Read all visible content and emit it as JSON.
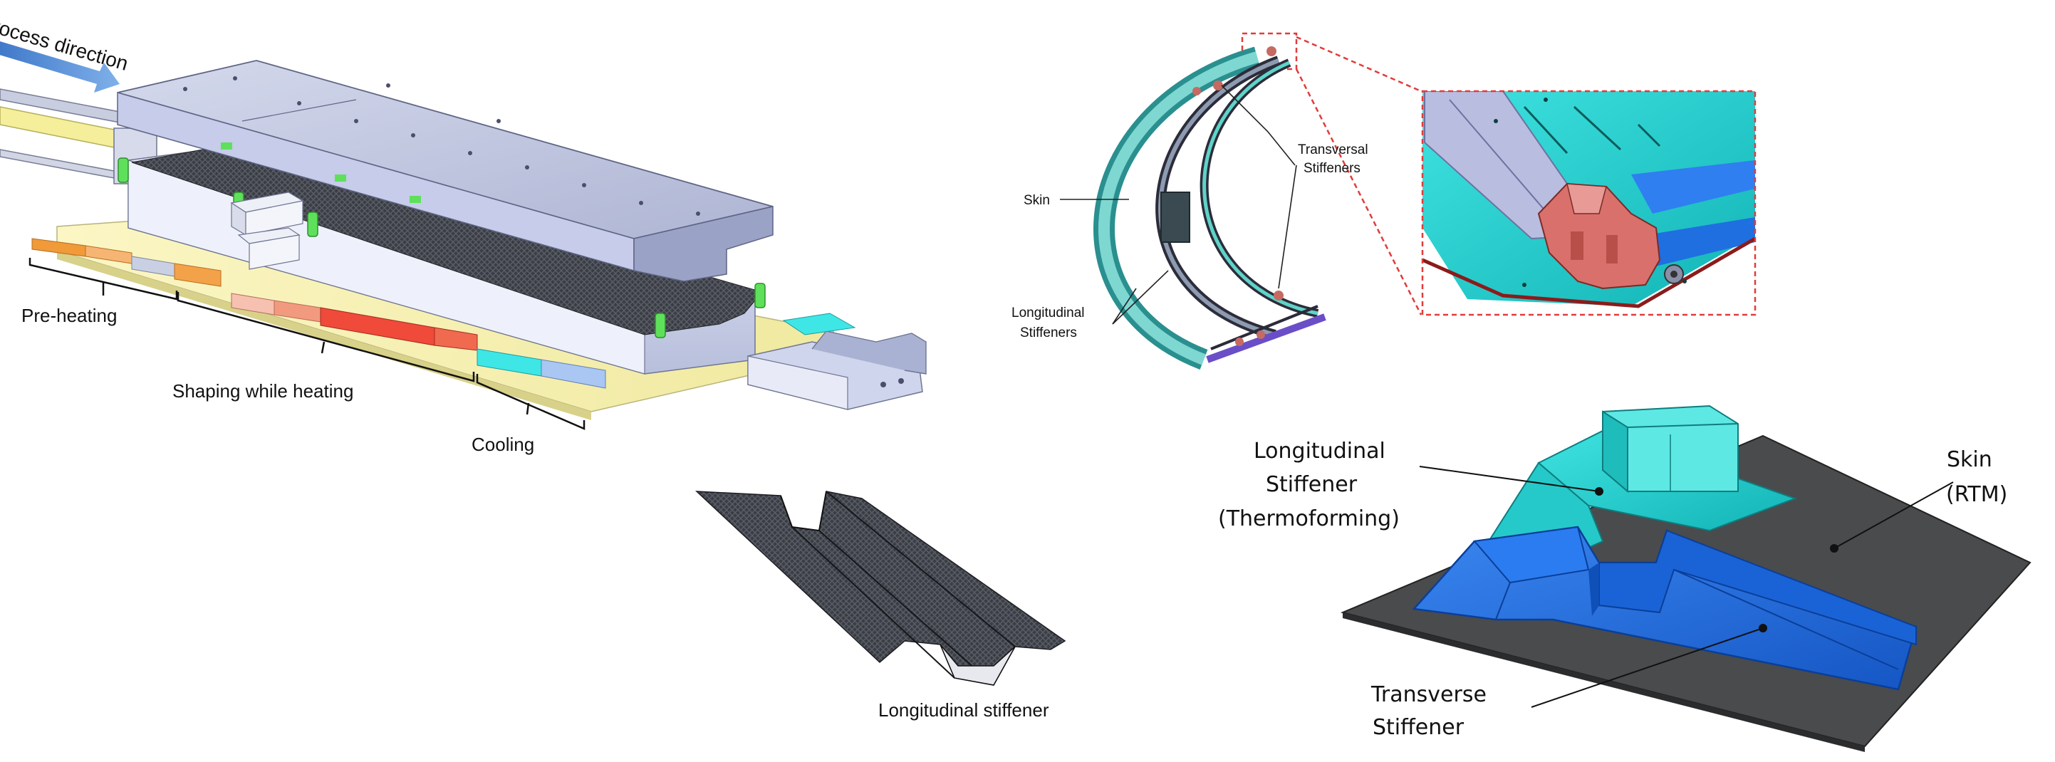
{
  "thermoforming_line": {
    "process_direction": "Process direction",
    "zones": {
      "preheating": "Pre-heating",
      "shaping": "Shaping while heating",
      "cooling": "Cooling"
    }
  },
  "part_label": "Longitudinal stiffener",
  "fuselage": {
    "skin": "Skin",
    "transversal_stiffeners": [
      "Transversal",
      "Stiffeners"
    ],
    "longitudinal_stiffeners": [
      "Longitudinal",
      "Stiffeners"
    ]
  },
  "assembly": {
    "longitudinal_stiffener": [
      "Longitudinal",
      "Stiffener",
      "(Thermoforming)"
    ],
    "skin": [
      "Skin",
      "(RTM)"
    ],
    "transverse_stiffener": [
      "Transverse",
      "Stiffener"
    ]
  },
  "colors": {
    "tool_metal": "#c5cbe3",
    "tool_metal_dark": "#8f96b8",
    "preform_carbon": "#3a3d44",
    "arrow_blue": "#5b8fd6",
    "cyan_part": "#22d1d1",
    "blue_part": "#1f6fe0",
    "skin_gray": "#4a4b4d",
    "bracket_red": "#d9706b",
    "callout_red": "#e23b3b",
    "green_clamp": "#5ee05b",
    "yellow_plate": "#f7f3b8"
  }
}
